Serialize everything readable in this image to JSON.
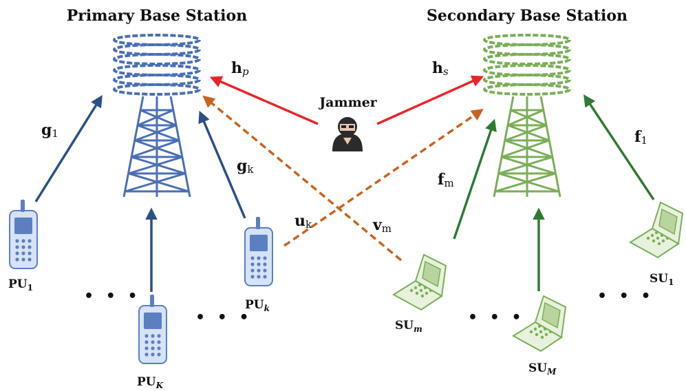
{
  "titles": {
    "primary": "Primary Base Station",
    "secondary": "Secondary Base Station"
  },
  "jammer": {
    "label": "Jammer"
  },
  "channels": {
    "hp": {
      "main": "h",
      "sub": "p"
    },
    "hs": {
      "main": "h",
      "sub": "s"
    },
    "g1": {
      "main": "g",
      "sub": "1"
    },
    "gk": {
      "main": "g",
      "sub": "k"
    },
    "uk": {
      "main": "u",
      "sub": "k"
    },
    "vm": {
      "main": "v",
      "sub": "m"
    },
    "fm": {
      "main": "f",
      "sub": "m"
    },
    "f1": {
      "main": "f",
      "sub": "1"
    }
  },
  "users": {
    "pu1": {
      "main": "PU",
      "sub": "1"
    },
    "puk": {
      "main": "PU",
      "sub": "k"
    },
    "puK": {
      "main": "PU",
      "sub": "K"
    },
    "sum": {
      "main": "SU",
      "sub": "m"
    },
    "suM": {
      "main": "SU",
      "sub": "M"
    },
    "su1": {
      "main": "SU",
      "sub": "1"
    }
  },
  "ellipsis": "• • •",
  "colors": {
    "primary": "#4a6fb5",
    "primary_dark": "#2c4f86",
    "secondary": "#7bae57",
    "secondary_dark": "#2f7a33",
    "jammer_link": "#e8252a",
    "interference": "#c8641e"
  }
}
